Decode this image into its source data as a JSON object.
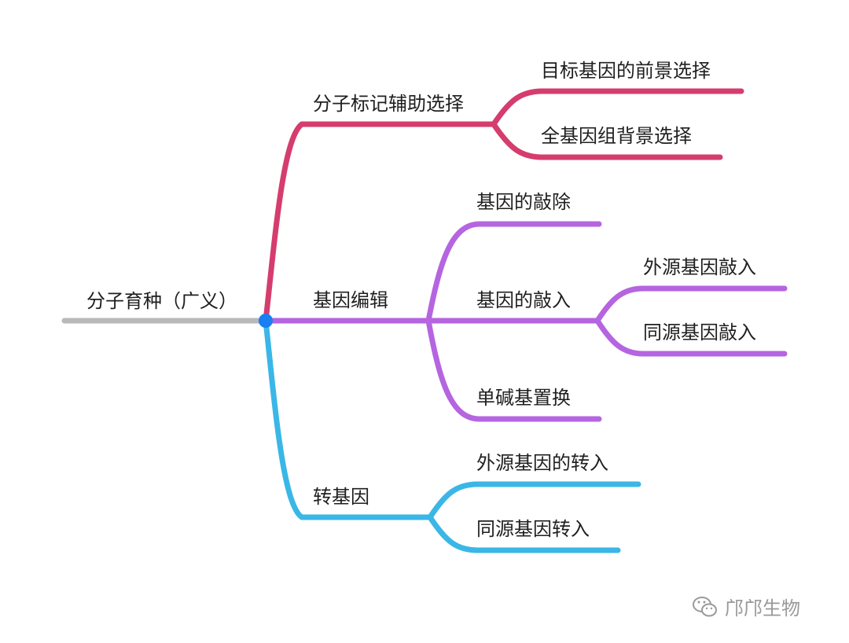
{
  "root": {
    "label": "分子育种（广义）"
  },
  "branches": [
    {
      "label": "分子标记辅助选择",
      "color": "#d53d6e",
      "children": [
        {
          "label": "目标基因的前景选择"
        },
        {
          "label": "全基因组背景选择"
        }
      ]
    },
    {
      "label": "基因编辑",
      "color": "#b565e0",
      "children": [
        {
          "label": "基因的敲除"
        },
        {
          "label": "基因的敲入",
          "children": [
            {
              "label": "外源基因敲入"
            },
            {
              "label": "同源基因敲入"
            }
          ]
        },
        {
          "label": "单碱基置换"
        }
      ]
    },
    {
      "label": "转基因",
      "color": "#3ab7e6",
      "children": [
        {
          "label": "外源基因的转入"
        },
        {
          "label": "同源基因转入"
        }
      ]
    }
  ],
  "colors": {
    "root_line": "#b9b9b9",
    "hub": "#1a7ff0"
  },
  "watermark": {
    "text": "邝邝生物",
    "icon": "wechat-icon"
  }
}
